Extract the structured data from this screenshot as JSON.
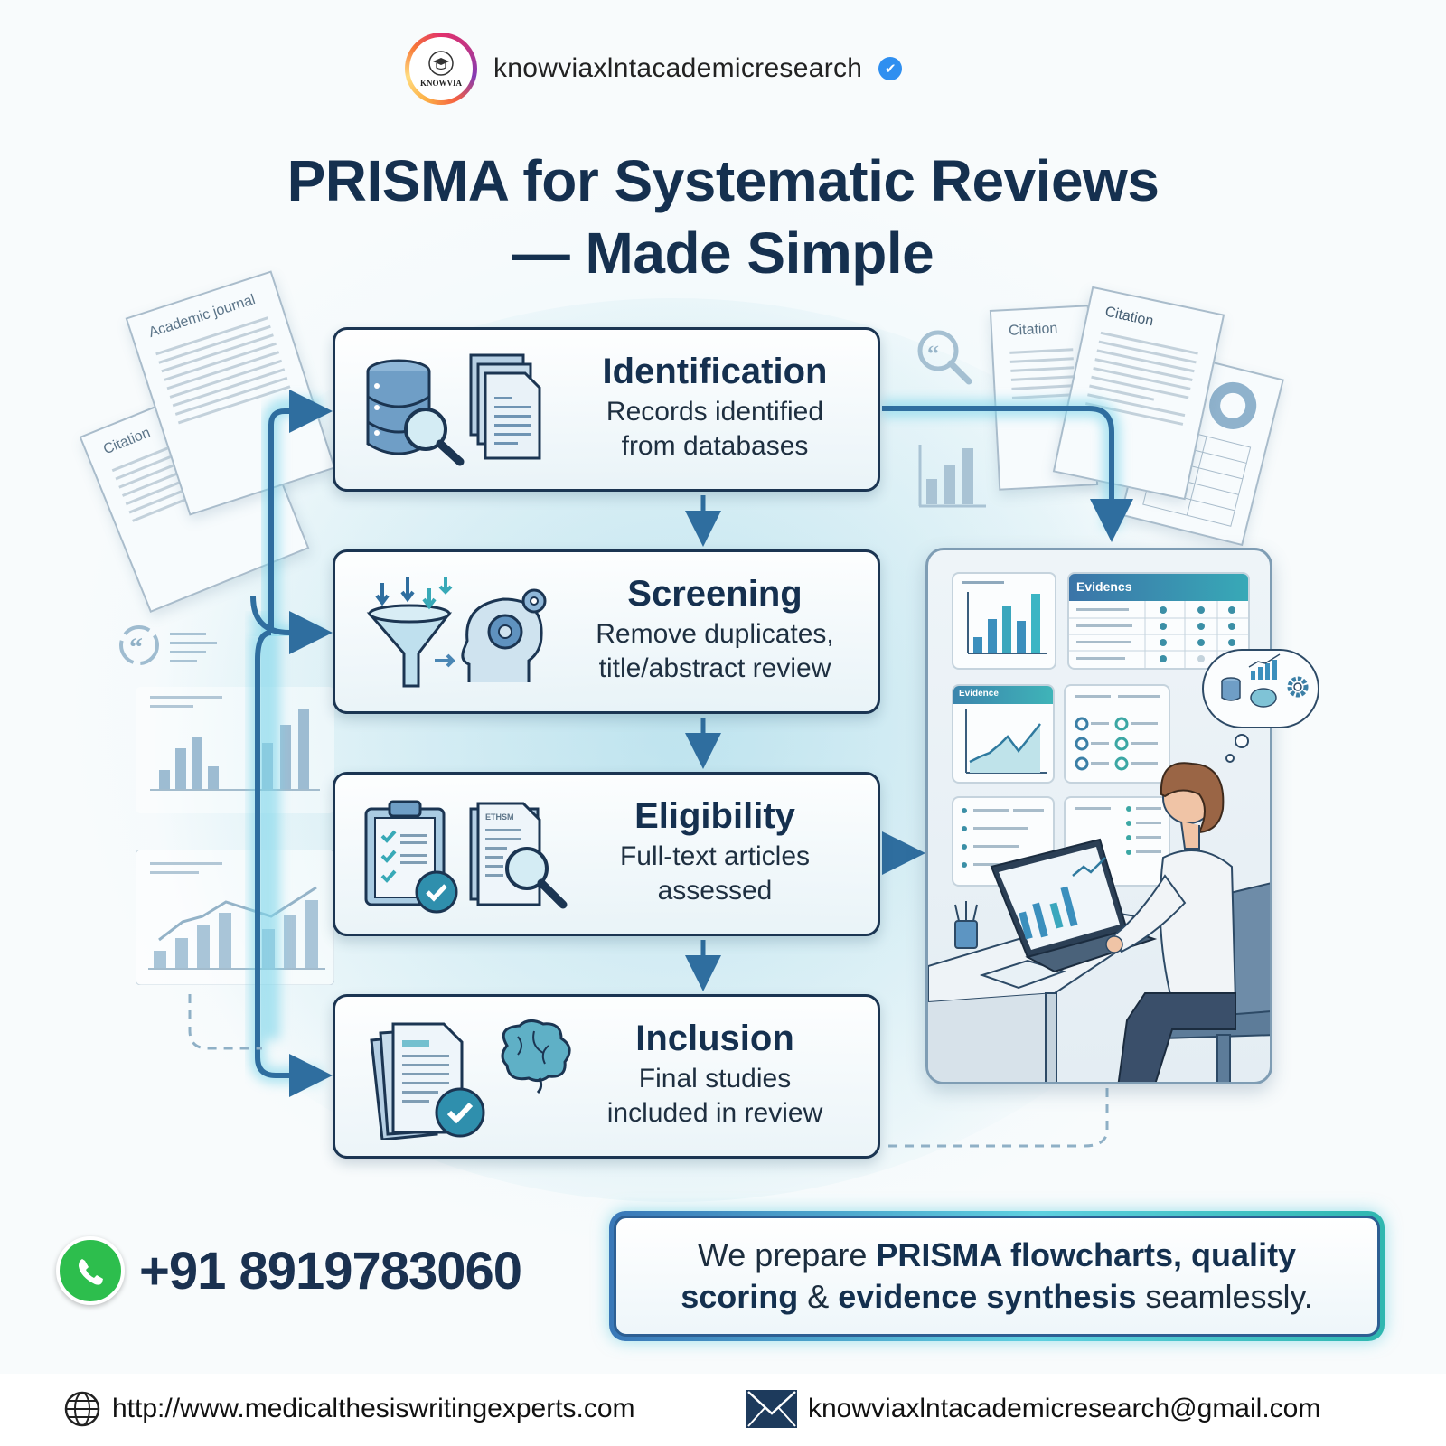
{
  "header": {
    "username": "knowviaxlntacademicresearch",
    "avatar_logo_text": "KNOWVIA",
    "verified_badge": "✔"
  },
  "title": {
    "line1": "PRISMA for Systematic Reviews",
    "line2": "— Made Simple"
  },
  "background_docs": {
    "left_top": "Academic journal",
    "left_bottom": "Citation",
    "right_back": "Citation",
    "right_front": "Citation"
  },
  "steps": [
    {
      "title": "Identification",
      "desc_line1": "Records identified",
      "desc_line2": "from databases",
      "icons": [
        "database-search-icon",
        "documents-icon"
      ]
    },
    {
      "title": "Screening",
      "desc_line1": "Remove duplicates,",
      "desc_line2": "title/abstract review",
      "icons": [
        "funnel-icon",
        "head-gears-icon"
      ]
    },
    {
      "title": "Eligibility",
      "desc_line1": "Full-text articles",
      "desc_line2": "assessed",
      "icons": [
        "clipboard-check-icon",
        "document-magnifier-icon"
      ]
    },
    {
      "title": "Inclusion",
      "desc_line1": "Final studies",
      "desc_line2": "included in review",
      "icons": [
        "documents-check-icon",
        "brain-icon"
      ]
    }
  ],
  "dashboard": {
    "table_header": "Evidencs",
    "chart_card_header": "Evidence"
  },
  "contact": {
    "phone": "+91 8919783060",
    "website": "http://www.medicalthesiswritingexperts.com",
    "email": "knowviaxlntacademicresearch@gmail.com"
  },
  "tagline": {
    "part1": "We prepare ",
    "bold1": "PRISMA flowcharts, quality scoring",
    "part2": " & ",
    "bold2": "evidence synthesis",
    "part3": " seamlessly."
  },
  "colors": {
    "navy": "#15304f",
    "accent_blue": "#2f6e9f",
    "teal": "#38a9b7",
    "glow": "#7fd6ea",
    "whatsapp": "#2dbe4d",
    "verified": "#2f8ff0"
  }
}
